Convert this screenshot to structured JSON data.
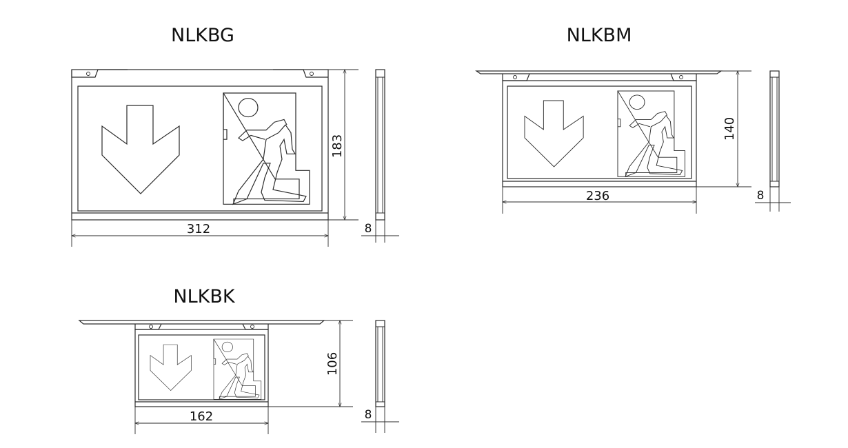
{
  "models": [
    {
      "name": "NLKBG",
      "width_label": "312",
      "height_label": "183",
      "depth_label": "8"
    },
    {
      "name": "NLKBM",
      "width_label": "236",
      "height_label": "140",
      "depth_label": "8"
    },
    {
      "name": "NLKBK",
      "width_label": "162",
      "height_label": "106",
      "depth_label": "8"
    }
  ],
  "colors": {
    "line": "#2a2a2a",
    "background": "#ffffff"
  },
  "icons": [
    "down-arrow-icon",
    "running-man-exit-icon",
    "screw-hole-icon"
  ]
}
